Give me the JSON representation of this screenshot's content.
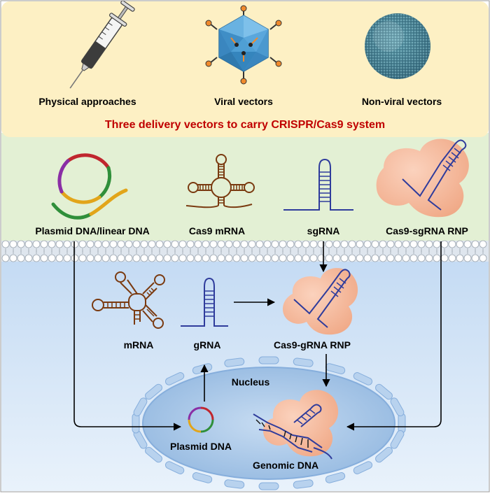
{
  "header": {
    "vectors": [
      {
        "label": "Physical approaches"
      },
      {
        "label": "Viral vectors"
      },
      {
        "label": "Non-viral vectors"
      }
    ],
    "caption": "Three delivery vectors to carry CRISPR/Cas9 system"
  },
  "cargo": [
    {
      "label": "Plasmid DNA/linear DNA"
    },
    {
      "label": "Cas9 mRNA"
    },
    {
      "label": "sgRNA"
    },
    {
      "label": "Cas9-sgRNA RNP"
    }
  ],
  "cytoplasm": {
    "mrna_label": "mRNA",
    "grna_label": "gRNA",
    "rnp_label": "Cas9-gRNA RNP"
  },
  "nucleus": {
    "title": "Nucleus",
    "plasmid_label": "Plasmid DNA",
    "genomic_label": "Genomic DNA"
  },
  "colors": {
    "header_bg": "#fdf0c4",
    "cargo_bg": "#e3f0d4",
    "cell_bg": "#c9def4",
    "nucleus_fill": "#a9c9ea",
    "caption": "#c00000",
    "rna": "#7a3a10",
    "dna_line": "#2f3c9c",
    "protein": "#f5b99a"
  }
}
